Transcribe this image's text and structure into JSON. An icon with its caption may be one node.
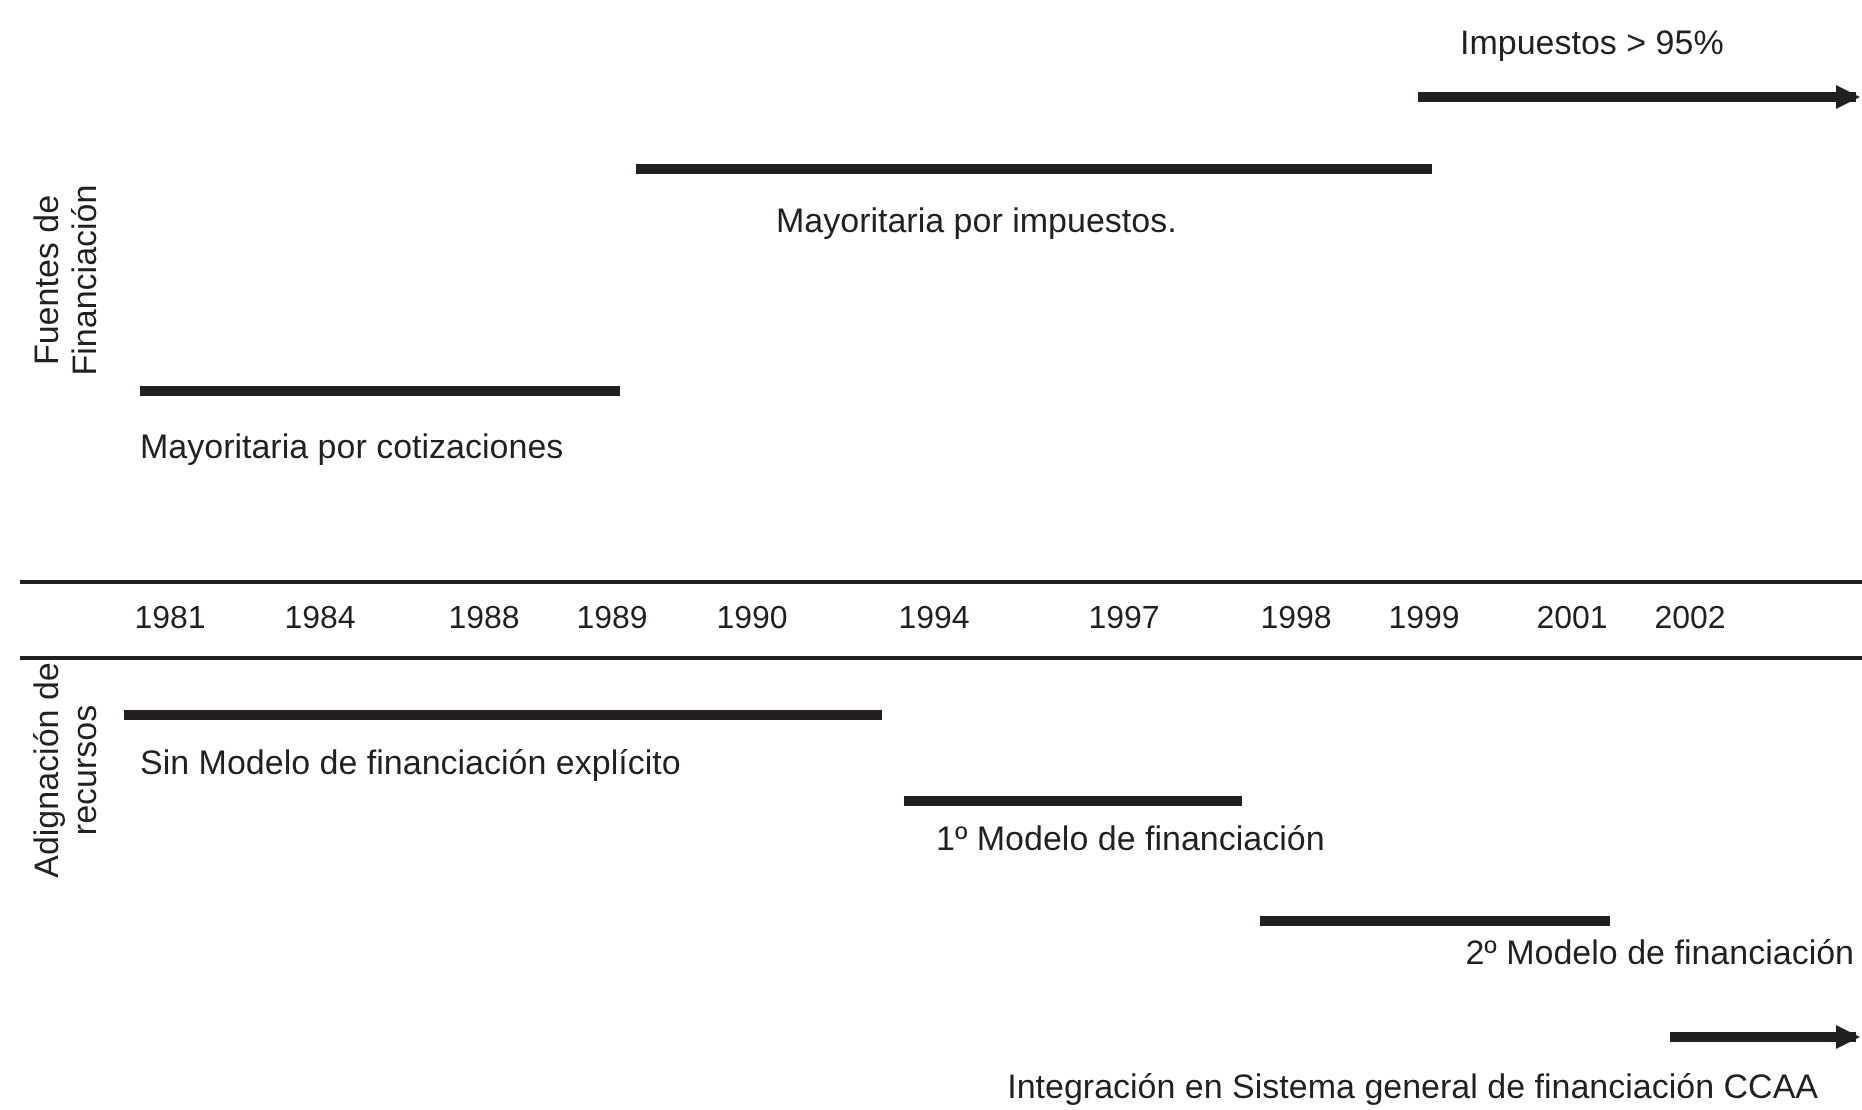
{
  "diagram": {
    "nodes": [
      {
        "text": [],
        "shape": "bar",
        "beside": [
          "Mayoritaria por cotizaciones"
        ]
      },
      {
        "text": [],
        "shape": "bar",
        "beside": [
          "Mayoritaria por impuestos."
        ]
      },
      {
        "text": [],
        "shape": "bar",
        "beside": [
          "Impuestos > 95%"
        ]
      },
      {
        "text": [],
        "shape": "bar",
        "beside": [
          "Sin Modelo de financiación explícito"
        ]
      },
      {
        "text": [],
        "shape": "bar",
        "beside": [
          "1º Modelo de financiación"
        ]
      },
      {
        "text": [],
        "shape": "bar",
        "beside": [
          "2º Modelo de financiación"
        ]
      },
      {
        "text": [],
        "shape": "bar",
        "beside": [
          "Integración en Sistema general de financiación CCAA"
        ]
      }
    ],
    "edges": [
      {
        "from": 2,
        "to": null,
        "arrow": "to"
      },
      {
        "from": 6,
        "to": null,
        "arrow": "to"
      }
    ],
    "labels": [
      "Fuentes de Financiación",
      "1981",
      "1984",
      "1988",
      "1989",
      "1990",
      "1994",
      "1997",
      "1998",
      "1999",
      "2001",
      "2002",
      "Adignación de recursos"
    ]
  }
}
